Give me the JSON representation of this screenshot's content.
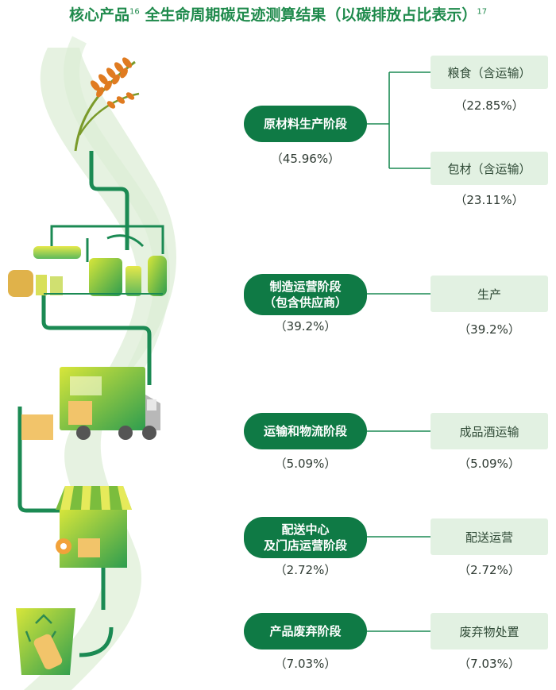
{
  "title": {
    "text": "核心产品",
    "sup1": "16",
    "text2": "全生命周期碳足迹测算结果（以碳排放占比表示）",
    "sup2": "17"
  },
  "stages": [
    {
      "label": "原材料生产阶段",
      "pct": "（45.96%）"
    },
    {
      "label_line1": "制造运营阶段",
      "label_line2": "（包含供应商）",
      "pct": "（39.2%）"
    },
    {
      "label": "运输和物流阶段",
      "pct": "（5.09%）"
    },
    {
      "label_line1": "配送中心",
      "label_line2": "及门店运营阶段",
      "pct": "（2.72%）"
    },
    {
      "label": "产品废弃阶段",
      "pct": "（7.03%）"
    }
  ],
  "substages": [
    {
      "label": "粮食（含运输）",
      "pct": "（22.85%）"
    },
    {
      "label": "包材（含运输）",
      "pct": "（23.11%）"
    },
    {
      "label": "生产",
      "pct": "（39.2%）"
    },
    {
      "label": "成品酒运输",
      "pct": "（5.09%）"
    },
    {
      "label": "配送运营",
      "pct": "（2.72%）"
    },
    {
      "label": "废弃物处置",
      "pct": "（7.03%）"
    }
  ],
  "colors": {
    "pill": "#0f7a45",
    "sub_box": "#e2f1e2",
    "title": "#1f8a4c",
    "connector": "#1b8a53"
  }
}
